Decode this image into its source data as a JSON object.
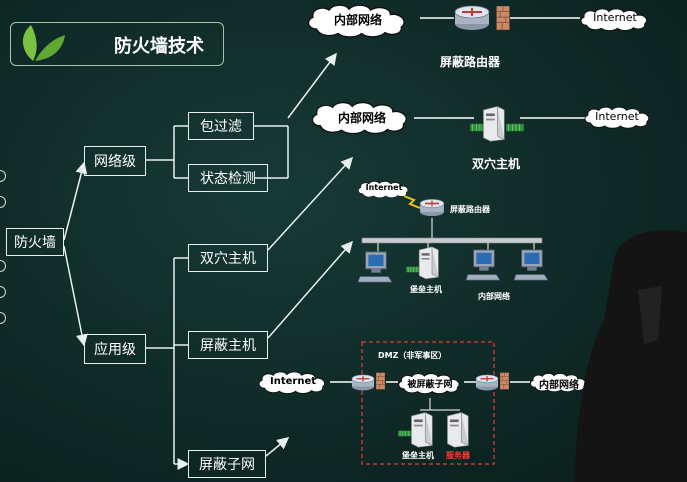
{
  "title": "防火墙技术",
  "tree": {
    "root": "防火墙",
    "network_level": "网络级",
    "packet_filter": "包过滤",
    "state_detect": "状态检测",
    "app_level": "应用级",
    "dual_host": "双穴主机",
    "screened_host": "屏蔽主机",
    "screened_subnet": "屏蔽子网"
  },
  "diagram1": {
    "cloud_left": "内部网络",
    "cloud_right": "Internet",
    "caption": "屏蔽路由器"
  },
  "diagram2": {
    "cloud_left": "内部网络",
    "cloud_right": "Internet",
    "caption": "双穴主机"
  },
  "diagram3": {
    "cloud": "Internet",
    "router_label": "屏蔽路由器",
    "bastion_label": "堡垒主机",
    "internal_label": "内部网络"
  },
  "diagram4": {
    "dmz_label": "DMZ（非军事区）",
    "cloud_left": "Internet",
    "cloud_mid": "被屏蔽子网",
    "cloud_right": "内部网络",
    "bastion_label": "堡垒主机",
    "server_label": "服务器"
  },
  "colors": {
    "background": "#0f2a27",
    "accent_green": "#7cc242",
    "dmz_border": "#c0392b",
    "server_label": "#ff3b30"
  }
}
